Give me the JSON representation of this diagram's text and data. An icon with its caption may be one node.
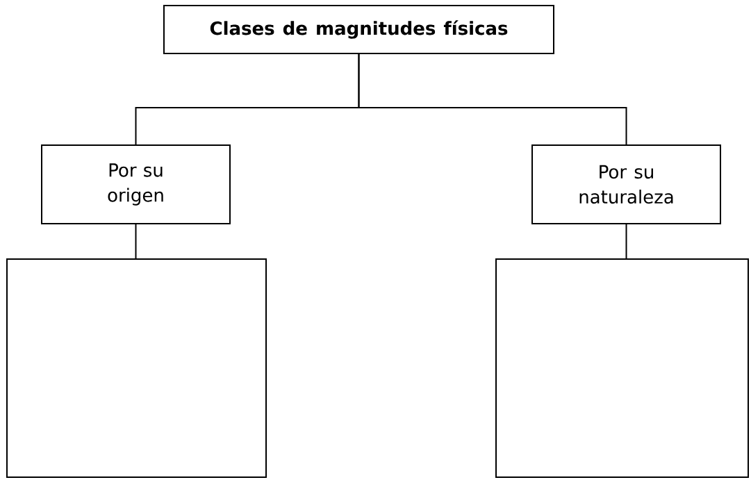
{
  "diagram": {
    "nodes": [
      {
        "text": [
          "Clases de magnitudes físicas"
        ]
      },
      {
        "text": [
          "Por su origen"
        ]
      },
      {
        "text": [
          "Por su naturaleza"
        ]
      },
      {
        "text": [],
        "shape": "box"
      },
      {
        "text": [],
        "shape": "box"
      }
    ],
    "edges": [
      {
        "from": 0,
        "to": 1,
        "arrow": "none"
      },
      {
        "from": 0,
        "to": 2,
        "arrow": "none"
      },
      {
        "from": 1,
        "to": 3,
        "arrow": "none"
      },
      {
        "from": 2,
        "to": 4,
        "arrow": "none"
      }
    ]
  }
}
